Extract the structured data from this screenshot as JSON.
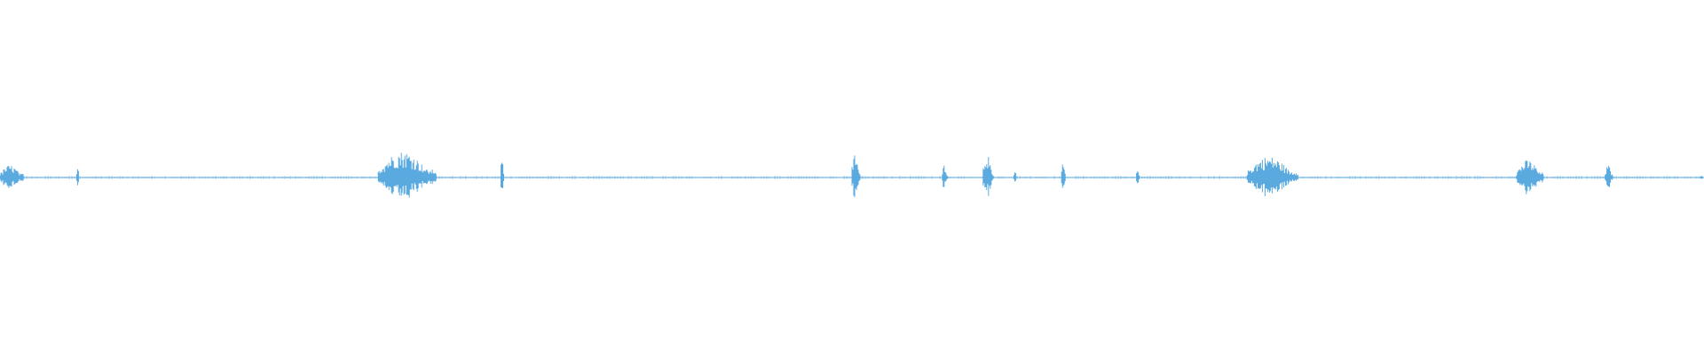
{
  "waveform": {
    "color": "#5aaae0",
    "background": "#ffffff",
    "bursts": [
      {
        "pos": 0.0,
        "width": 0.014,
        "amp": 0.035,
        "kind": "dense"
      },
      {
        "pos": 0.045,
        "width": 0.002,
        "amp": 0.03,
        "kind": "spike"
      },
      {
        "pos": 0.222,
        "width": 0.034,
        "amp": 0.075,
        "kind": "dense"
      },
      {
        "pos": 0.294,
        "width": 0.002,
        "amp": 0.09,
        "kind": "spike"
      },
      {
        "pos": 0.5,
        "width": 0.006,
        "amp": 0.07,
        "kind": "spike"
      },
      {
        "pos": 0.553,
        "width": 0.004,
        "amp": 0.045,
        "kind": "spike"
      },
      {
        "pos": 0.577,
        "width": 0.007,
        "amp": 0.075,
        "kind": "spike"
      },
      {
        "pos": 0.595,
        "width": 0.002,
        "amp": 0.02,
        "kind": "spike"
      },
      {
        "pos": 0.623,
        "width": 0.003,
        "amp": 0.045,
        "kind": "spike"
      },
      {
        "pos": 0.667,
        "width": 0.002,
        "amp": 0.045,
        "kind": "spike"
      },
      {
        "pos": 0.732,
        "width": 0.03,
        "amp": 0.06,
        "kind": "dense"
      },
      {
        "pos": 0.89,
        "width": 0.016,
        "amp": 0.05,
        "kind": "dense"
      },
      {
        "pos": 0.942,
        "width": 0.006,
        "amp": 0.035,
        "kind": "spike"
      },
      {
        "pos": 0.998,
        "width": 0.002,
        "amp": 0.01,
        "kind": "spike"
      }
    ],
    "baseline_amp": 0.004
  }
}
